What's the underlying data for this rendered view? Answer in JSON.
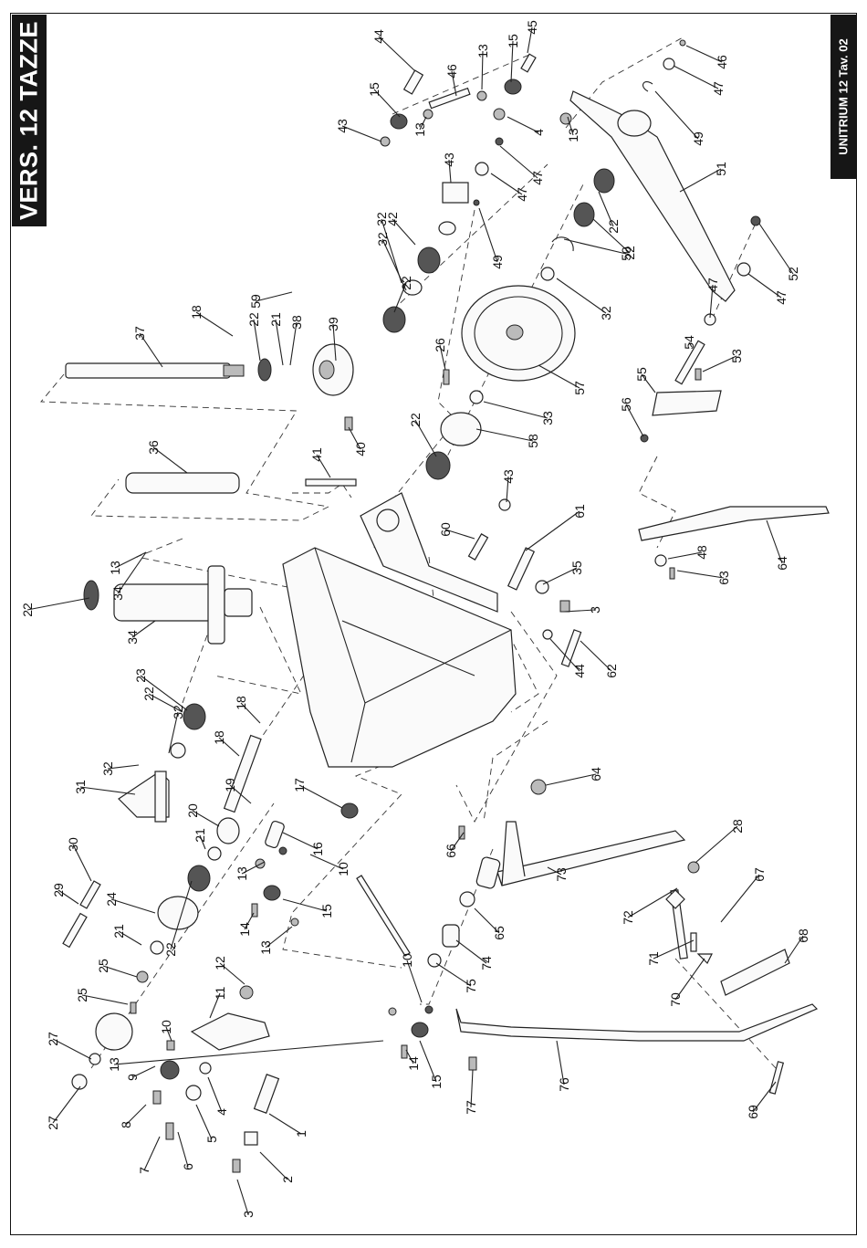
{
  "title": "VERS. 12 TAZZE",
  "sheet_ref": "UNITRIUM 12 Tav. 02",
  "parts": [
    {
      "n": "1"
    },
    {
      "n": "2"
    },
    {
      "n": "3"
    },
    {
      "n": "3"
    },
    {
      "n": "4"
    },
    {
      "n": "4"
    },
    {
      "n": "5"
    },
    {
      "n": "6"
    },
    {
      "n": "7"
    },
    {
      "n": "8"
    },
    {
      "n": "9"
    },
    {
      "n": "10"
    },
    {
      "n": "10"
    },
    {
      "n": "10"
    },
    {
      "n": "11"
    },
    {
      "n": "12"
    },
    {
      "n": "13"
    },
    {
      "n": "13"
    },
    {
      "n": "13"
    },
    {
      "n": "13"
    },
    {
      "n": "13"
    },
    {
      "n": "13"
    },
    {
      "n": "13"
    },
    {
      "n": "14"
    },
    {
      "n": "14"
    },
    {
      "n": "15"
    },
    {
      "n": "15"
    },
    {
      "n": "15"
    },
    {
      "n": "15"
    },
    {
      "n": "16"
    },
    {
      "n": "17"
    },
    {
      "n": "18"
    },
    {
      "n": "18"
    },
    {
      "n": "18"
    },
    {
      "n": "19"
    },
    {
      "n": "20"
    },
    {
      "n": "21"
    },
    {
      "n": "21"
    },
    {
      "n": "21"
    },
    {
      "n": "22"
    },
    {
      "n": "22"
    },
    {
      "n": "22"
    },
    {
      "n": "22"
    },
    {
      "n": "22"
    },
    {
      "n": "22"
    },
    {
      "n": "22"
    },
    {
      "n": "22"
    },
    {
      "n": "23"
    },
    {
      "n": "24"
    },
    {
      "n": "25"
    },
    {
      "n": "25"
    },
    {
      "n": "26"
    },
    {
      "n": "27"
    },
    {
      "n": "27"
    },
    {
      "n": "28"
    },
    {
      "n": "29"
    },
    {
      "n": "30"
    },
    {
      "n": "31"
    },
    {
      "n": "32"
    },
    {
      "n": "32"
    },
    {
      "n": "32"
    },
    {
      "n": "32"
    },
    {
      "n": "32"
    },
    {
      "n": "33"
    },
    {
      "n": "34"
    },
    {
      "n": "34"
    },
    {
      "n": "35"
    },
    {
      "n": "36"
    },
    {
      "n": "37"
    },
    {
      "n": "38"
    },
    {
      "n": "39"
    },
    {
      "n": "40"
    },
    {
      "n": "41"
    },
    {
      "n": "42"
    },
    {
      "n": "43"
    },
    {
      "n": "43"
    },
    {
      "n": "43"
    },
    {
      "n": "44"
    },
    {
      "n": "44"
    },
    {
      "n": "45"
    },
    {
      "n": "46"
    },
    {
      "n": "46"
    },
    {
      "n": "47"
    },
    {
      "n": "47"
    },
    {
      "n": "47"
    },
    {
      "n": "47"
    },
    {
      "n": "47"
    },
    {
      "n": "48"
    },
    {
      "n": "49"
    },
    {
      "n": "49"
    },
    {
      "n": "50"
    },
    {
      "n": "51"
    },
    {
      "n": "52"
    },
    {
      "n": "53"
    },
    {
      "n": "54"
    },
    {
      "n": "55"
    },
    {
      "n": "56"
    },
    {
      "n": "57"
    },
    {
      "n": "58"
    },
    {
      "n": "59"
    },
    {
      "n": "60"
    },
    {
      "n": "61"
    },
    {
      "n": "62"
    },
    {
      "n": "63"
    },
    {
      "n": "64"
    },
    {
      "n": "64"
    },
    {
      "n": "65"
    },
    {
      "n": "66"
    },
    {
      "n": "67"
    },
    {
      "n": "68"
    },
    {
      "n": "69"
    },
    {
      "n": "70"
    },
    {
      "n": "71"
    },
    {
      "n": "72"
    },
    {
      "n": "73"
    },
    {
      "n": "74"
    },
    {
      "n": "75"
    },
    {
      "n": "76"
    },
    {
      "n": "77"
    }
  ]
}
